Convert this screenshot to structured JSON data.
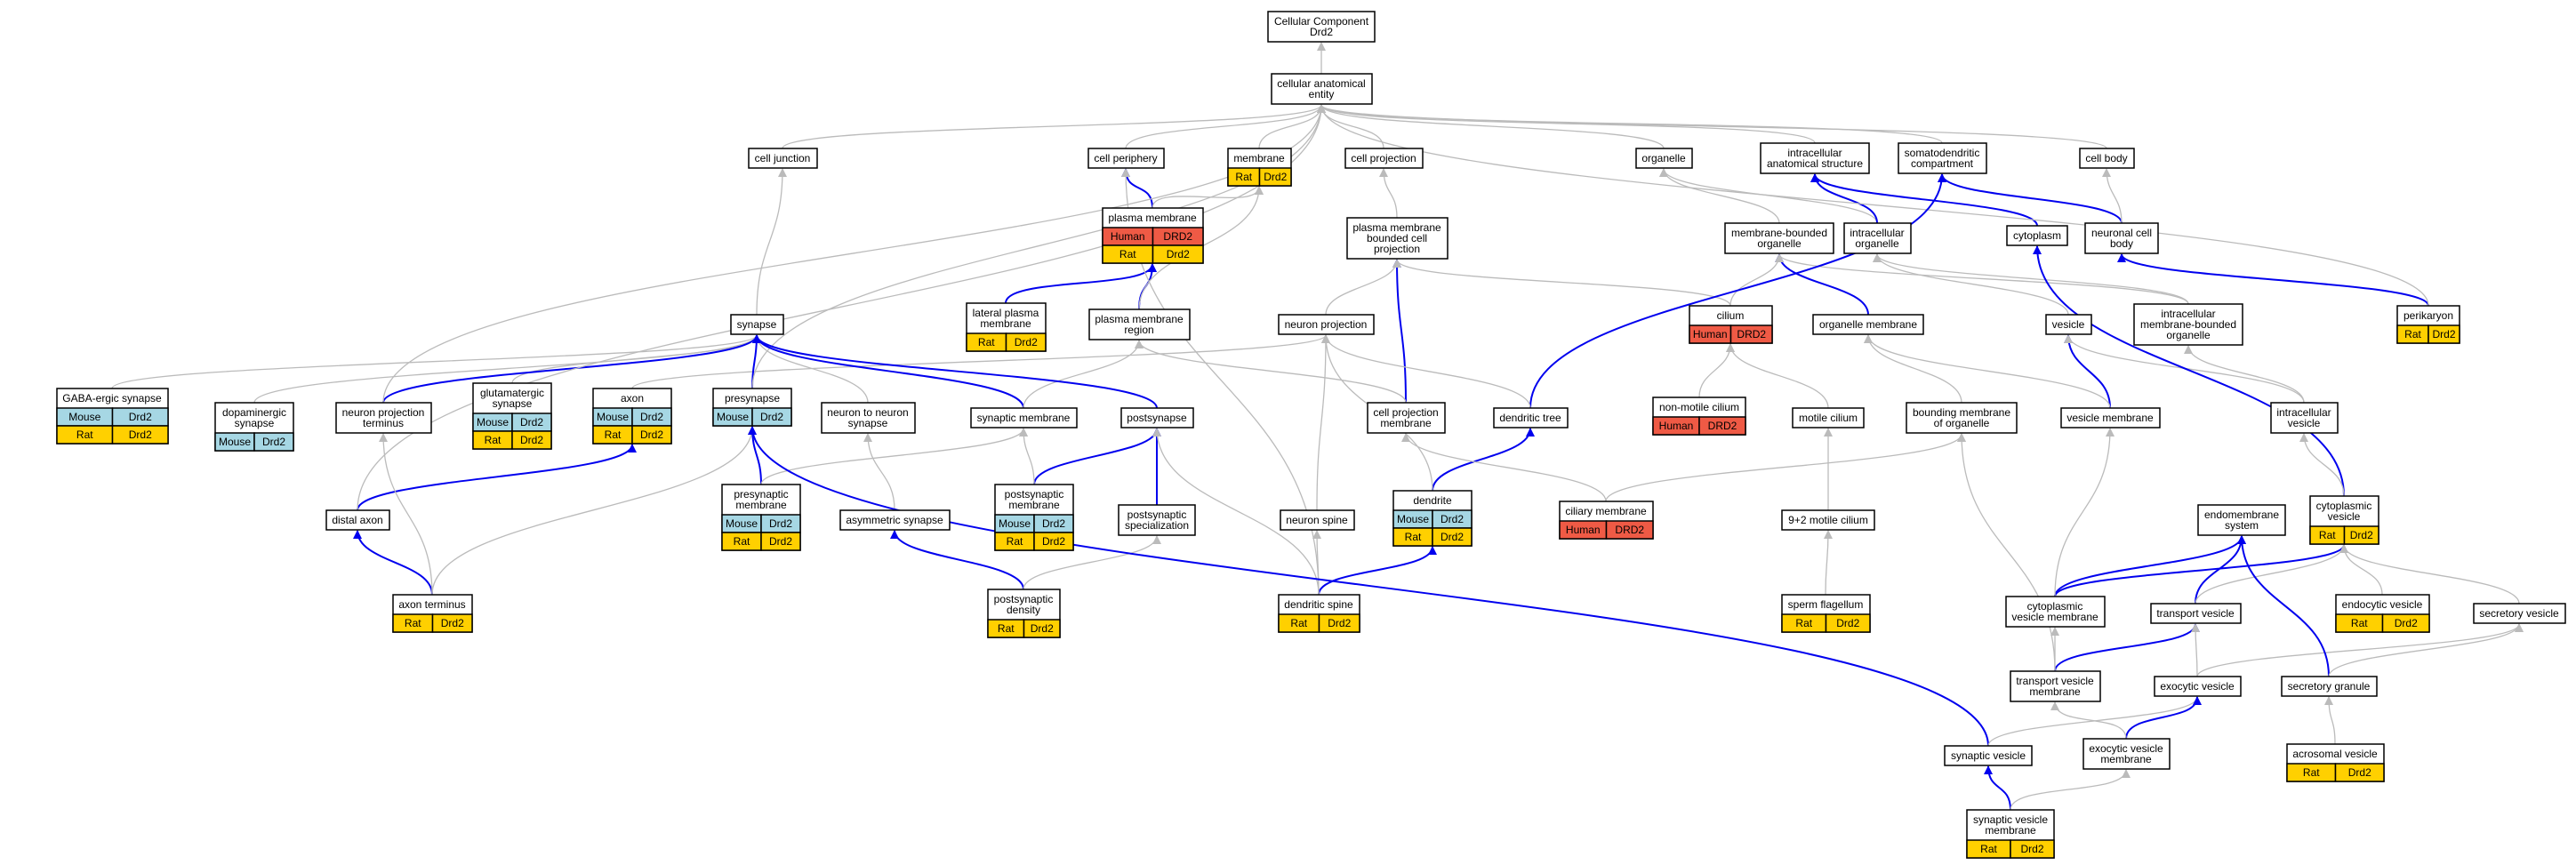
{
  "root_term": {
    "lines": [
      "Cellular Component",
      "Drd2"
    ]
  },
  "colors": {
    "human": "#ef5a45",
    "mouse": "#a6d7e4",
    "rat": "#ffd000",
    "edge_gray": "#bbbbbb",
    "edge_blue": "#0000ee"
  },
  "species": {
    "human": "Human",
    "mouse": "Mouse",
    "rat": "Rat"
  },
  "genes": {
    "mouse_rat": "Drd2",
    "human": "DRD2"
  },
  "nodes": {
    "cellular_anatomical_entity": {
      "lines": [
        "cellular anatomical",
        "entity"
      ]
    },
    "cell_junction": {
      "lines": [
        "cell junction"
      ]
    },
    "cell_periphery": {
      "lines": [
        "cell periphery"
      ]
    },
    "membrane": {
      "lines": [
        "membrane"
      ]
    },
    "cell_projection": {
      "lines": [
        "cell projection"
      ]
    },
    "organelle": {
      "lines": [
        "organelle"
      ]
    },
    "intracellular_anatomical_structure": {
      "lines": [
        "intracellular",
        "anatomical structure"
      ]
    },
    "somatodendritic_compartment": {
      "lines": [
        "somatodendritic",
        "compartment"
      ]
    },
    "cell_body": {
      "lines": [
        "cell body"
      ]
    },
    "plasma_membrane": {
      "lines": [
        "plasma membrane"
      ]
    },
    "plasma_membrane_bounded_cell_projection": {
      "lines": [
        "plasma membrane",
        "bounded cell",
        "projection"
      ]
    },
    "membrane_bounded_organelle": {
      "lines": [
        "membrane-bounded",
        "organelle"
      ]
    },
    "intracellular_organelle": {
      "lines": [
        "intracellular",
        "organelle"
      ]
    },
    "cytoplasm": {
      "lines": [
        "cytoplasm"
      ]
    },
    "neuronal_cell_body": {
      "lines": [
        "neuronal cell",
        "body"
      ]
    },
    "lateral_plasma_membrane": {
      "lines": [
        "lateral plasma",
        "membrane"
      ]
    },
    "plasma_membrane_region": {
      "lines": [
        "plasma membrane",
        "region"
      ]
    },
    "synapse": {
      "lines": [
        "synapse"
      ]
    },
    "neuron_projection": {
      "lines": [
        "neuron projection"
      ]
    },
    "cilium": {
      "lines": [
        "cilium"
      ]
    },
    "organelle_membrane": {
      "lines": [
        "organelle membrane"
      ]
    },
    "vesicle": {
      "lines": [
        "vesicle"
      ]
    },
    "intracellular_membrane_bounded_organelle": {
      "lines": [
        "intracellular",
        "membrane-bounded",
        "organelle"
      ]
    },
    "perikaryon": {
      "lines": [
        "perikaryon"
      ]
    },
    "gabaergic_synapse": {
      "lines": [
        "GABA-ergic synapse"
      ]
    },
    "dopaminergic_synapse": {
      "lines": [
        "dopaminergic",
        "synapse"
      ]
    },
    "neuron_projection_terminus": {
      "lines": [
        "neuron projection",
        "terminus"
      ]
    },
    "glutamatergic_synapse": {
      "lines": [
        "glutamatergic",
        "synapse"
      ]
    },
    "axon": {
      "lines": [
        "axon"
      ]
    },
    "presynapse": {
      "lines": [
        "presynapse"
      ]
    },
    "neuron_to_neuron_synapse": {
      "lines": [
        "neuron to neuron",
        "synapse"
      ]
    },
    "synaptic_membrane": {
      "lines": [
        "synaptic membrane"
      ]
    },
    "postsynapse": {
      "lines": [
        "postsynapse"
      ]
    },
    "cell_projection_membrane": {
      "lines": [
        "cell projection",
        "membrane"
      ]
    },
    "dendritic_tree": {
      "lines": [
        "dendritic tree"
      ]
    },
    "non_motile_cilium": {
      "lines": [
        "non-motile cilium"
      ]
    },
    "motile_cilium": {
      "lines": [
        "motile cilium"
      ]
    },
    "bounding_membrane_of_organelle": {
      "lines": [
        "bounding membrane",
        "of organelle"
      ]
    },
    "vesicle_membrane": {
      "lines": [
        "vesicle membrane"
      ]
    },
    "intracellular_vesicle": {
      "lines": [
        "intracellular",
        "vesicle"
      ]
    },
    "distal_axon": {
      "lines": [
        "distal axon"
      ]
    },
    "presynaptic_membrane": {
      "lines": [
        "presynaptic",
        "membrane"
      ]
    },
    "asymmetric_synapse": {
      "lines": [
        "asymmetric synapse"
      ]
    },
    "postsynaptic_membrane": {
      "lines": [
        "postsynaptic",
        "membrane"
      ]
    },
    "postsynaptic_specialization": {
      "lines": [
        "postsynaptic",
        "specialization"
      ]
    },
    "neuron_spine": {
      "lines": [
        "neuron spine"
      ]
    },
    "dendrite": {
      "lines": [
        "dendrite"
      ]
    },
    "ciliary_membrane": {
      "lines": [
        "ciliary membrane"
      ]
    },
    "nine_plus_two_motile_cilium": {
      "lines": [
        "9+2 motile cilium"
      ]
    },
    "endomembrane_system": {
      "lines": [
        "endomembrane",
        "system"
      ]
    },
    "cytoplasmic_vesicle": {
      "lines": [
        "cytoplasmic",
        "vesicle"
      ]
    },
    "axon_terminus": {
      "lines": [
        "axon terminus"
      ]
    },
    "postsynaptic_density": {
      "lines": [
        "postsynaptic",
        "density"
      ]
    },
    "dendritic_spine": {
      "lines": [
        "dendritic spine"
      ]
    },
    "sperm_flagellum": {
      "lines": [
        "sperm flagellum"
      ]
    },
    "cytoplasmic_vesicle_membrane": {
      "lines": [
        "cytoplasmic",
        "vesicle membrane"
      ]
    },
    "transport_vesicle": {
      "lines": [
        "transport vesicle"
      ]
    },
    "endocytic_vesicle": {
      "lines": [
        "endocytic vesicle"
      ]
    },
    "secretory_vesicle": {
      "lines": [
        "secretory vesicle"
      ]
    },
    "transport_vesicle_membrane": {
      "lines": [
        "transport vesicle",
        "membrane"
      ]
    },
    "exocytic_vesicle": {
      "lines": [
        "exocytic vesicle"
      ]
    },
    "secretory_granule": {
      "lines": [
        "secretory granule"
      ]
    },
    "synaptic_vesicle": {
      "lines": [
        "synaptic vesicle"
      ]
    },
    "exocytic_vesicle_membrane": {
      "lines": [
        "exocytic vesicle",
        "membrane"
      ]
    },
    "acrosomal_vesicle": {
      "lines": [
        "acrosomal vesicle"
      ]
    },
    "synaptic_vesicle_membrane": {
      "lines": [
        "synaptic vesicle",
        "membrane"
      ]
    }
  },
  "annotations": {
    "membrane": [
      "rat"
    ],
    "plasma_membrane": [
      "human",
      "rat"
    ],
    "lateral_plasma_membrane": [
      "rat"
    ],
    "cilium": [
      "human"
    ],
    "perikaryon": [
      "rat"
    ],
    "gabaergic_synapse": [
      "mouse",
      "rat"
    ],
    "dopaminergic_synapse": [
      "mouse"
    ],
    "glutamatergic_synapse": [
      "mouse",
      "rat"
    ],
    "axon": [
      "mouse",
      "rat"
    ],
    "presynapse": [
      "mouse"
    ],
    "non_motile_cilium": [
      "human"
    ],
    "presynaptic_membrane": [
      "mouse",
      "rat"
    ],
    "postsynaptic_membrane": [
      "mouse",
      "rat"
    ],
    "dendrite": [
      "mouse",
      "rat"
    ],
    "ciliary_membrane": [
      "human"
    ],
    "cytoplasmic_vesicle": [
      "rat"
    ],
    "axon_terminus": [
      "rat"
    ],
    "postsynaptic_density": [
      "rat"
    ],
    "dendritic_spine": [
      "rat"
    ],
    "sperm_flagellum": [
      "rat"
    ],
    "endocytic_vesicle": [
      "rat"
    ],
    "acrosomal_vesicle": [
      "rat"
    ],
    "synaptic_vesicle_membrane": [
      "rat"
    ]
  },
  "edges": [
    [
      "cellular_anatomical_entity",
      "root_term",
      "gray"
    ],
    [
      "cell_junction",
      "cellular_anatomical_entity",
      "gray"
    ],
    [
      "cell_periphery",
      "cellular_anatomical_entity",
      "gray"
    ],
    [
      "membrane",
      "cellular_anatomical_entity",
      "gray"
    ],
    [
      "cell_projection",
      "cellular_anatomical_entity",
      "gray"
    ],
    [
      "organelle",
      "cellular_anatomical_entity",
      "gray"
    ],
    [
      "intracellular_anatomical_structure",
      "cellular_anatomical_entity",
      "gray"
    ],
    [
      "somatodendritic_compartment",
      "cellular_anatomical_entity",
      "gray"
    ],
    [
      "cell_body",
      "cellular_anatomical_entity",
      "gray"
    ],
    [
      "plasma_membrane",
      "cell_periphery",
      "blue"
    ],
    [
      "plasma_membrane",
      "membrane",
      "gray"
    ],
    [
      "lateral_plasma_membrane",
      "plasma_membrane",
      "blue"
    ],
    [
      "plasma_membrane_region",
      "plasma_membrane",
      "blue"
    ],
    [
      "plasma_membrane_region",
      "membrane",
      "gray"
    ],
    [
      "plasma_membrane_bounded_cell_projection",
      "cell_projection",
      "gray"
    ],
    [
      "membrane_bounded_organelle",
      "organelle",
      "gray"
    ],
    [
      "intracellular_organelle",
      "organelle",
      "gray"
    ],
    [
      "intracellular_organelle",
      "intracellular_anatomical_structure",
      "blue"
    ],
    [
      "cytoplasm",
      "intracellular_anatomical_structure",
      "blue"
    ],
    [
      "neuronal_cell_body",
      "somatodendritic_compartment",
      "blue"
    ],
    [
      "neuronal_cell_body",
      "cell_body",
      "gray"
    ],
    [
      "perikaryon",
      "neuronal_cell_body",
      "blue"
    ],
    [
      "perikaryon",
      "cellular_anatomical_entity",
      "gray"
    ],
    [
      "synapse",
      "cell_junction",
      "gray"
    ],
    [
      "neuron_projection",
      "plasma_membrane_bounded_cell_projection",
      "gray"
    ],
    [
      "cell_projection_membrane",
      "plasma_membrane_bounded_cell_projection",
      "blue"
    ],
    [
      "cell_projection_membrane",
      "plasma_membrane_region",
      "gray"
    ],
    [
      "cilium",
      "membrane_bounded_organelle",
      "gray"
    ],
    [
      "cilium",
      "plasma_membrane_bounded_cell_projection",
      "gray"
    ],
    [
      "organelle_membrane",
      "membrane_bounded_organelle",
      "blue"
    ],
    [
      "vesicle",
      "intracellular_organelle",
      "gray"
    ],
    [
      "intracellular_membrane_bounded_organelle",
      "membrane_bounded_organelle",
      "gray"
    ],
    [
      "intracellular_membrane_bounded_organelle",
      "intracellular_organelle",
      "gray"
    ],
    [
      "gabaergic_synapse",
      "synapse",
      "gray"
    ],
    [
      "dopaminergic_synapse",
      "synapse",
      "gray"
    ],
    [
      "glutamatergic_synapse",
      "synapse",
      "gray"
    ],
    [
      "neuron_projection_terminus",
      "synapse",
      "blue"
    ],
    [
      "neuron_projection_terminus",
      "cellular_anatomical_entity",
      "gray"
    ],
    [
      "axon",
      "neuron_projection",
      "gray"
    ],
    [
      "presynapse",
      "synapse",
      "blue"
    ],
    [
      "presynapse",
      "cellular_anatomical_entity",
      "gray"
    ],
    [
      "neuron_to_neuron_synapse",
      "synapse",
      "gray"
    ],
    [
      "synaptic_membrane",
      "synapse",
      "blue"
    ],
    [
      "synaptic_membrane",
      "plasma_membrane_region",
      "gray"
    ],
    [
      "postsynapse",
      "synapse",
      "blue"
    ],
    [
      "dendritic_tree",
      "somatodendritic_compartment",
      "blue"
    ],
    [
      "dendritic_tree",
      "neuron_projection",
      "gray"
    ],
    [
      "non_motile_cilium",
      "cilium",
      "gray"
    ],
    [
      "motile_cilium",
      "cilium",
      "gray"
    ],
    [
      "bounding_membrane_of_organelle",
      "organelle_membrane",
      "gray"
    ],
    [
      "vesicle_membrane",
      "vesicle",
      "blue"
    ],
    [
      "vesicle_membrane",
      "organelle_membrane",
      "gray"
    ],
    [
      "intracellular_vesicle",
      "vesicle",
      "gray"
    ],
    [
      "intracellular_vesicle",
      "intracellular_membrane_bounded_organelle",
      "gray"
    ],
    [
      "distal_axon",
      "axon",
      "blue"
    ],
    [
      "distal_axon",
      "cellular_anatomical_entity",
      "gray"
    ],
    [
      "presynaptic_membrane",
      "presynapse",
      "blue"
    ],
    [
      "presynaptic_membrane",
      "synaptic_membrane",
      "gray"
    ],
    [
      "asymmetric_synapse",
      "neuron_to_neuron_synapse",
      "gray"
    ],
    [
      "postsynaptic_membrane",
      "postsynapse",
      "blue"
    ],
    [
      "postsynaptic_membrane",
      "synaptic_membrane",
      "gray"
    ],
    [
      "postsynaptic_specialization",
      "postsynapse",
      "blue"
    ],
    [
      "neuron_spine",
      "neuron_projection",
      "gray"
    ],
    [
      "dendrite",
      "dendritic_tree",
      "blue"
    ],
    [
      "dendrite",
      "neuron_projection",
      "gray"
    ],
    [
      "ciliary_membrane",
      "cell_projection_membrane",
      "gray"
    ],
    [
      "ciliary_membrane",
      "bounding_membrane_of_organelle",
      "gray"
    ],
    [
      "nine_plus_two_motile_cilium",
      "motile_cilium",
      "gray"
    ],
    [
      "cytoplasmic_vesicle",
      "cytoplasm",
      "blue"
    ],
    [
      "cytoplasmic_vesicle",
      "intracellular_vesicle",
      "gray"
    ],
    [
      "axon_terminus",
      "distal_axon",
      "blue"
    ],
    [
      "axon_terminus",
      "neuron_projection_terminus",
      "gray"
    ],
    [
      "axon_terminus",
      "presynapse",
      "gray"
    ],
    [
      "postsynaptic_density",
      "asymmetric_synapse",
      "blue"
    ],
    [
      "postsynaptic_density",
      "postsynaptic_specialization",
      "gray"
    ],
    [
      "dendritic_spine",
      "dendrite",
      "blue"
    ],
    [
      "dendritic_spine",
      "neuron_spine",
      "gray"
    ],
    [
      "dendritic_spine",
      "postsynapse",
      "gray"
    ],
    [
      "dendritic_spine",
      "cell_periphery",
      "gray"
    ],
    [
      "sperm_flagellum",
      "nine_plus_two_motile_cilium",
      "gray"
    ],
    [
      "cytoplasmic_vesicle_membrane",
      "cytoplasmic_vesicle",
      "blue"
    ],
    [
      "cytoplasmic_vesicle_membrane",
      "endomembrane_system",
      "blue"
    ],
    [
      "cytoplasmic_vesicle_membrane",
      "vesicle_membrane",
      "gray"
    ],
    [
      "transport_vesicle",
      "endomembrane_system",
      "blue"
    ],
    [
      "transport_vesicle",
      "cytoplasmic_vesicle",
      "gray"
    ],
    [
      "endocytic_vesicle",
      "cytoplasmic_vesicle",
      "gray"
    ],
    [
      "secretory_vesicle",
      "cytoplasmic_vesicle",
      "gray"
    ],
    [
      "transport_vesicle_membrane",
      "transport_vesicle",
      "blue"
    ],
    [
      "transport_vesicle_membrane",
      "cytoplasmic_vesicle_membrane",
      "gray"
    ],
    [
      "transport_vesicle_membrane",
      "bounding_membrane_of_organelle",
      "gray"
    ],
    [
      "exocytic_vesicle",
      "transport_vesicle",
      "gray"
    ],
    [
      "exocytic_vesicle",
      "secretory_vesicle",
      "gray"
    ],
    [
      "secretory_granule",
      "endomembrane_system",
      "blue"
    ],
    [
      "secretory_granule",
      "secretory_vesicle",
      "gray"
    ],
    [
      "synaptic_vesicle",
      "presynapse",
      "blue"
    ],
    [
      "synaptic_vesicle",
      "exocytic_vesicle",
      "gray"
    ],
    [
      "exocytic_vesicle_membrane",
      "exocytic_vesicle",
      "blue"
    ],
    [
      "exocytic_vesicle_membrane",
      "transport_vesicle_membrane",
      "gray"
    ],
    [
      "acrosomal_vesicle",
      "secretory_granule",
      "gray"
    ],
    [
      "synaptic_vesicle_membrane",
      "synaptic_vesicle",
      "blue"
    ],
    [
      "synaptic_vesicle_membrane",
      "exocytic_vesicle_membrane",
      "gray"
    ]
  ]
}
